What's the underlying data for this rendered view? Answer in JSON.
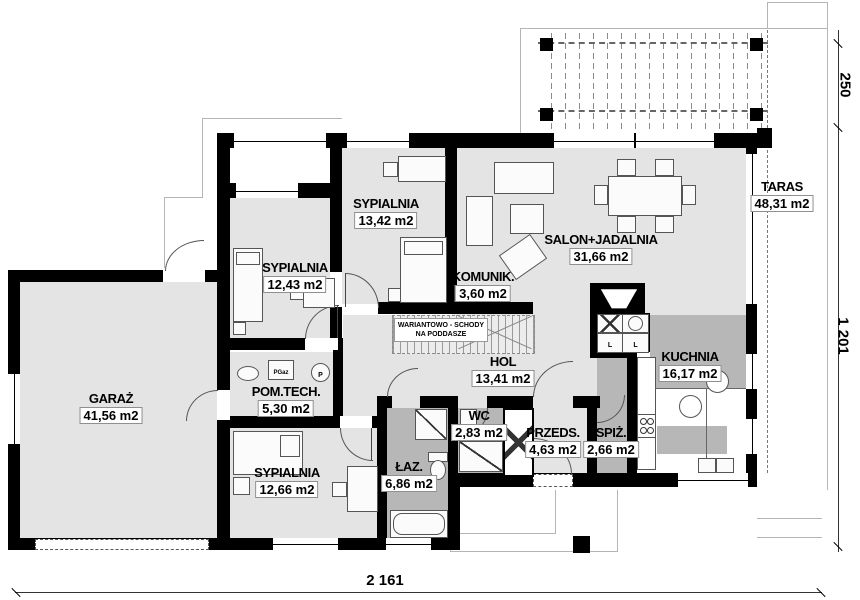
{
  "rooms": [
    {
      "name": "SYPIALNIA",
      "area": "13,42 m2"
    },
    {
      "name": "SYPIALNIA",
      "area": "12,43 m2"
    },
    {
      "name": "SALON+JADALNIA",
      "area": "31,66 m2"
    },
    {
      "name": "TARAS",
      "area": "48,31 m2"
    },
    {
      "name": "KOMUNIK.",
      "area": "3,60 m2"
    },
    {
      "name": "GARAŻ",
      "area": "41,56 m2"
    },
    {
      "name": "POM.TECH.",
      "area": "5,30 m2"
    },
    {
      "name": "HOL",
      "area": "13,41 m2"
    },
    {
      "name": "KUCHNIA",
      "area": "16,17 m2"
    },
    {
      "name": "WC",
      "area": "2,83 m2"
    },
    {
      "name": "PRZEDS.",
      "area": "4,63 m2"
    },
    {
      "name": "SPIŻ.",
      "area": "2,66 m2"
    },
    {
      "name": "SYPIALNIA",
      "area": "12,66 m2"
    },
    {
      "name": "ŁAZ.",
      "area": "6,86 m2"
    }
  ],
  "stairs_note": {
    "line1": "WARIANTOWO - SCHODY",
    "line2": "NA PODDASZE"
  },
  "dimensions": {
    "bottom": "2 161",
    "right_top": "250",
    "right_side": "1 201"
  },
  "equipment": {
    "gas": "PGaz",
    "pump": "P",
    "fridge1": "L",
    "fridge2": "L"
  },
  "colors": {
    "wall": "#000000",
    "floor_light": "#e4e4e4",
    "floor_dark": "#b7b7b7"
  }
}
